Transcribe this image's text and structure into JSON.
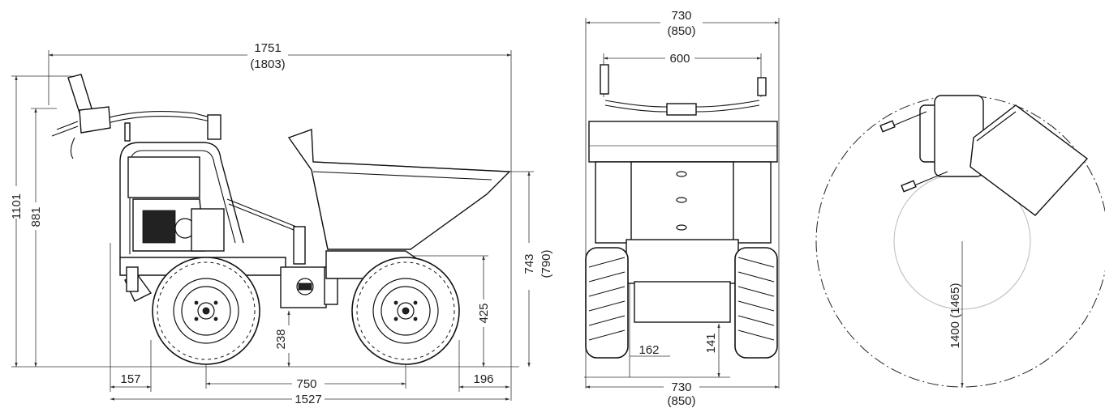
{
  "side_view": {
    "overall_length": "1751",
    "overall_length_alt": "(1803)",
    "overall_height": "1101",
    "handle_height": "881",
    "skip_height": "743",
    "skip_height_alt": "(790)",
    "axle_height": "425",
    "ground_clearance": "238",
    "rear_overhang": "157",
    "wheelbase": "750",
    "front_overhang": "196",
    "base_length": "1527"
  },
  "front_view": {
    "overall_width": "730",
    "overall_width_alt": "(850)",
    "handle_width": "600",
    "bottom_width": "730",
    "bottom_width_alt": "(850)",
    "track_offset": "162",
    "clearance": "141"
  },
  "top_view": {
    "turning_radius": "1400 (1465)"
  }
}
